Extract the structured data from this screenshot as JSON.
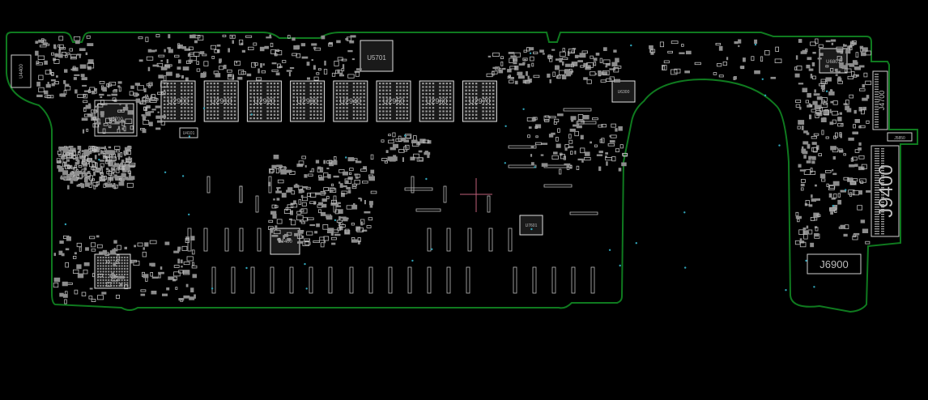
{
  "designators": {
    "mem": [
      "U2900",
      "U2910",
      "U2920",
      "U2930",
      "U2940",
      "U2950",
      "U2960",
      "U2970"
    ],
    "u5701": "U5701",
    "u6801": "U6801",
    "u5700": "U5700",
    "u4400": "U4400",
    "u6300": "U6300",
    "j9400": "J9400",
    "j4100": "J4100",
    "j4700": "J4700",
    "j6900": "J6900",
    "u7400": "U7400",
    "u7601": "U7601",
    "j5850": "J5850",
    "u4101": "U4101"
  },
  "colors": {
    "outline": "#0f7a1f",
    "background": "#000000",
    "silkscreen": "#d9d9d9",
    "via": "#2fa3b8",
    "crosshair": "#c0607a"
  }
}
